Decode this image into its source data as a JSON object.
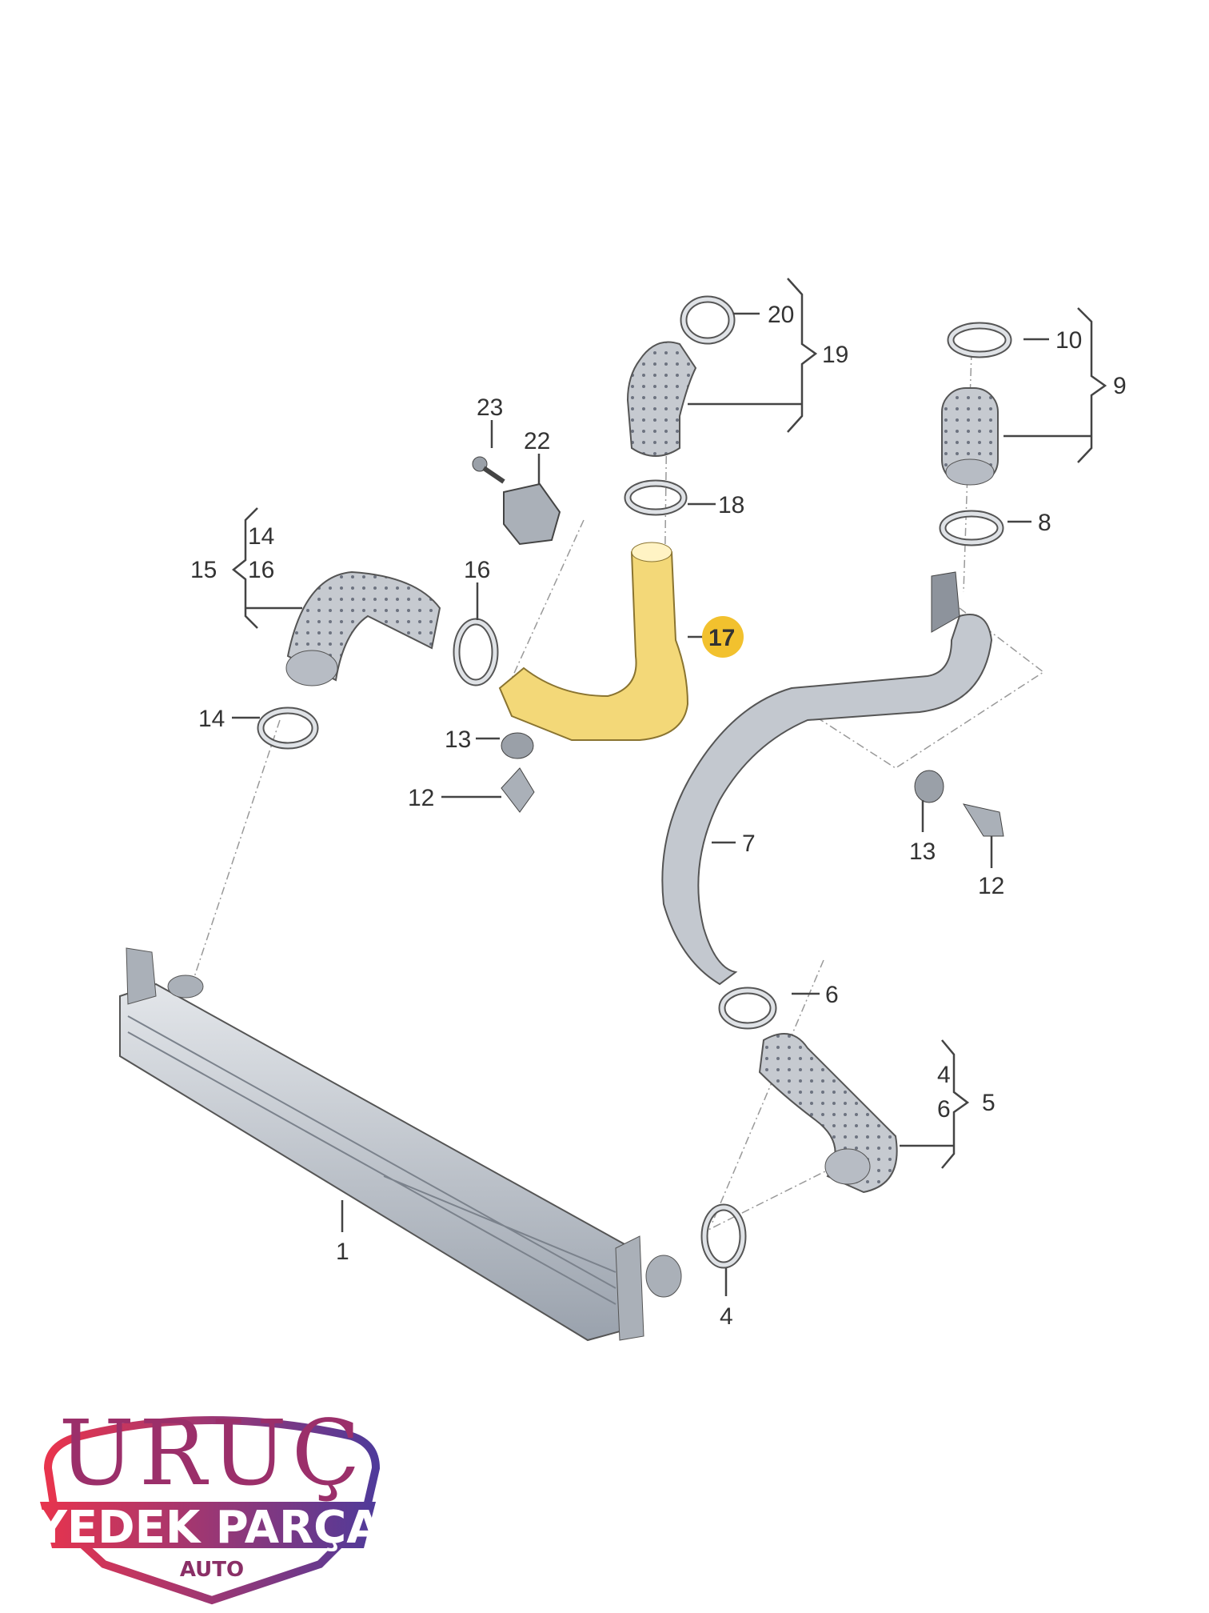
{
  "diagram": {
    "title": "Intercooler charge air hose diagram",
    "highlight_color": "#f2c12e",
    "highlighted_part": "17",
    "callouts": {
      "c20": "20",
      "c19": "19",
      "c10": "10",
      "c9": "9",
      "c23": "23",
      "c22": "22",
      "c18": "18",
      "c8": "8",
      "c14a": "14",
      "c16a": "16",
      "c15": "15",
      "c16b": "16",
      "c17": "17",
      "c14b": "14",
      "c13a": "13",
      "c12a": "12",
      "c7": "7",
      "c13b": "13",
      "c12b": "12",
      "c6a": "6",
      "c4a": "4",
      "c6b": "6",
      "c5": "5",
      "c1": "1",
      "c4b": "4"
    }
  },
  "logo": {
    "name": "URUÇ",
    "tagline": "YEDEK PARÇA",
    "sub": "AUTO",
    "gradient_start": "#e8344d",
    "gradient_end": "#4f3a9a"
  }
}
